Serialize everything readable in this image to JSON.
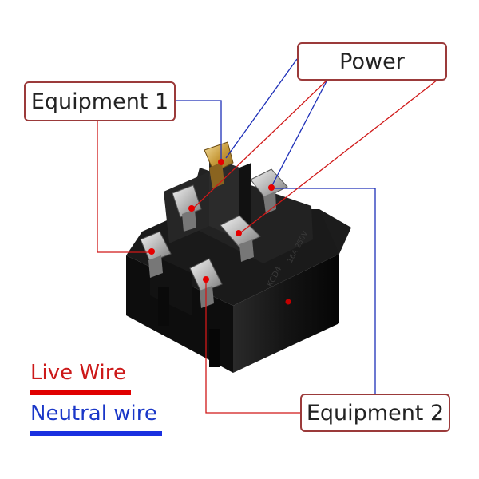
{
  "labels": {
    "power": "Power",
    "equipment_1": "Equipment 1",
    "equipment_2": "Equipment 2"
  },
  "legend": {
    "live": {
      "label": "Live Wire",
      "color": "#e00000"
    },
    "neutral": {
      "label": "Neutral wire",
      "color": "#1a30e0"
    }
  },
  "colors": {
    "live_line": "#d01818",
    "neutral_line": "#1d2fb8",
    "callout_border": "#9b3a3a",
    "switch_body": "#141414",
    "terminal": "#cfcfcf"
  }
}
